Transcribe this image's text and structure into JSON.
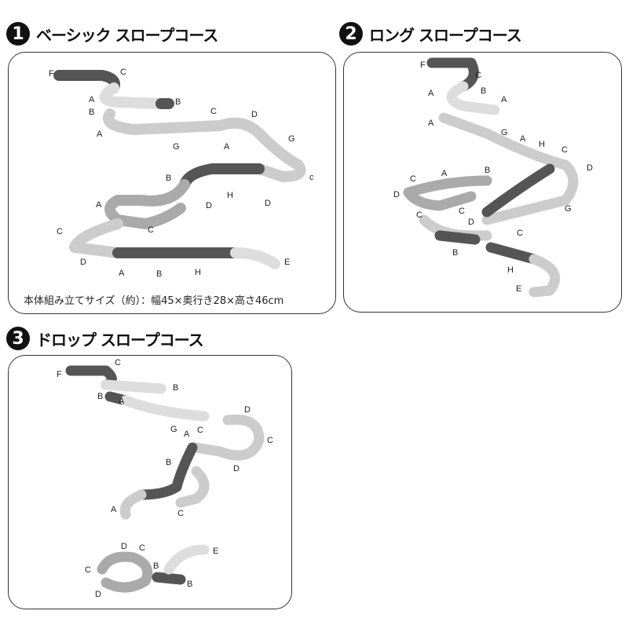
{
  "courses": [
    {
      "number": "1",
      "title": "ベーシック スロープコース",
      "labels": [
        "F",
        "C",
        "A",
        "B",
        "B",
        "C",
        "D",
        "A",
        "G",
        "A",
        "G",
        "c",
        "B",
        "H",
        "D",
        "A",
        "D",
        "C",
        "C",
        "D",
        "A",
        "B",
        "H",
        "E"
      ],
      "size_caption": "本体組み立てサイズ（約）：幅45×奥行き28×高さ46cm"
    },
    {
      "number": "2",
      "title": "ロング スロープコース",
      "labels": [
        "F",
        "C",
        "B",
        "A",
        "A",
        "A",
        "G",
        "A",
        "H",
        "C",
        "D",
        "B",
        "A",
        "C",
        "D",
        "C",
        "D",
        "G",
        "C",
        "C",
        "B",
        "H",
        "E"
      ]
    },
    {
      "number": "3",
      "title": "ドロップ スロープコース",
      "labels": [
        "F",
        "C",
        "B",
        "B",
        "A",
        "G",
        "D",
        "C",
        "A",
        "C",
        "B",
        "D",
        "A",
        "C",
        "E",
        "D",
        "C",
        "C",
        "B",
        "B",
        "D"
      ]
    }
  ],
  "colors": {
    "track_light": "#d9d9d9",
    "track_mid": "#a9a9a9",
    "track_dark": "#555555"
  }
}
